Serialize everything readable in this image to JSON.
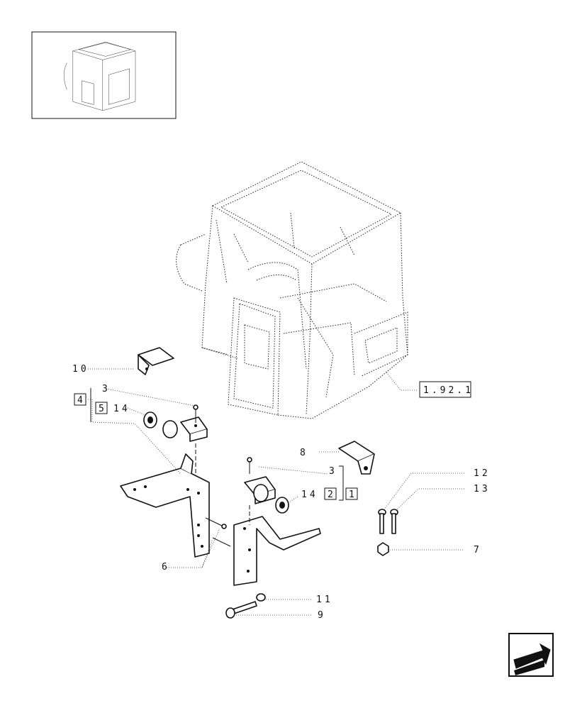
{
  "callouts": {
    "c1": "1",
    "c2": "2",
    "c3a": "3",
    "c3b": "3",
    "c4": "4",
    "c5": "5",
    "c6": "6",
    "c7": "7",
    "c8": "8",
    "c9": "9",
    "c10": "10",
    "c11": "11",
    "c12": "12",
    "c13": "13",
    "c14a": "14",
    "c14b": "14",
    "ref": "1.92.1"
  },
  "icons": {
    "thumbnail": "cab-thumbnail-icon",
    "nav": "back-arrow-icon"
  }
}
